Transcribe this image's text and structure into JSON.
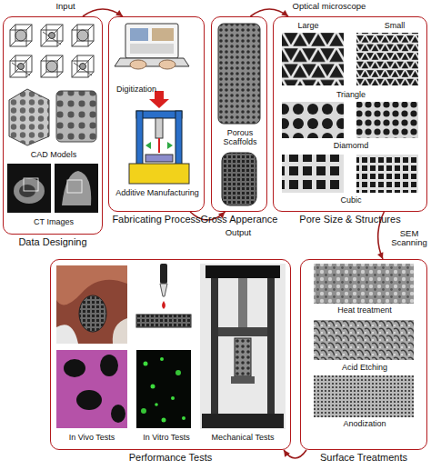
{
  "diagram": {
    "nodes": [
      {
        "text": [
          "Data Designing",
          "CAD Models",
          "CT Images"
        ]
      },
      {
        "text": [
          "Fabricating Process",
          "Digitization",
          "Additive Manufacturing"
        ]
      },
      {
        "text": [
          "Gross Apperance",
          "Porous Scaffolds"
        ]
      },
      {
        "text": [
          "Pore Size & Structures",
          "Large",
          "Small",
          "Triangle",
          "Diamomd",
          "Cubic"
        ]
      },
      {
        "text": [
          "Performance Tests",
          "In Vivo Tests",
          "In Vitro Tests",
          "Mechanical Tests"
        ]
      },
      {
        "text": [
          "Surface Treatments",
          "Heat treatment",
          "Acid Etching",
          "Anodization"
        ]
      }
    ],
    "edges": [
      {
        "from": 0,
        "to": 1,
        "label": "Input",
        "arrow": "to"
      },
      {
        "from": 1,
        "to": 2,
        "label": "Output",
        "arrow": "to"
      },
      {
        "from": 2,
        "to": 3,
        "label": "Optical microscope",
        "arrow": "to"
      },
      {
        "from": 3,
        "to": 5,
        "label": "SEM Scanning",
        "arrow": "to"
      },
      {
        "from": 5,
        "to": 4,
        "arrow": "to"
      }
    ]
  }
}
